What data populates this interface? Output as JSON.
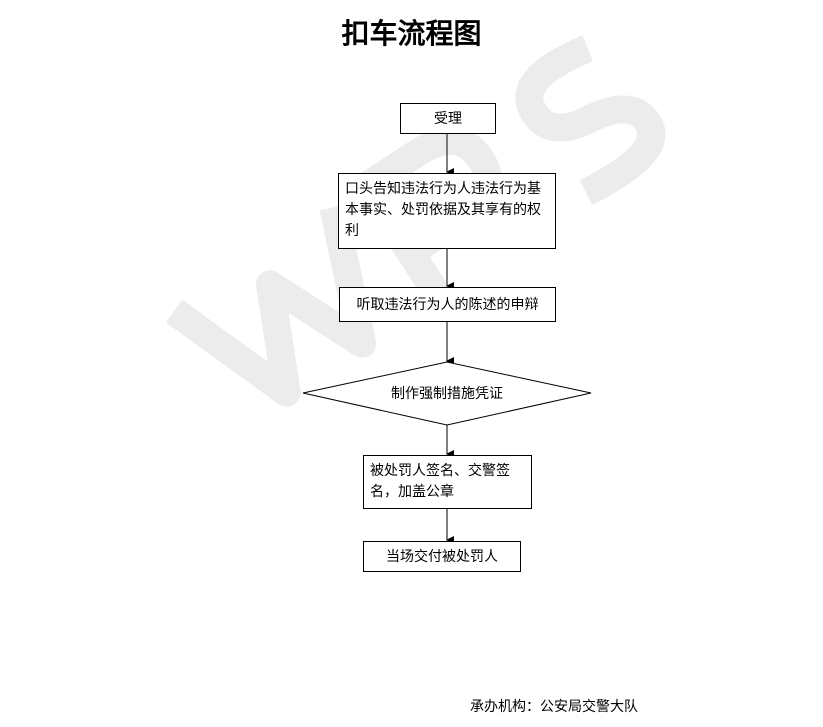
{
  "title": "扣车流程图",
  "watermark": "WPS",
  "steps": [
    {
      "label": "受理"
    },
    {
      "label": "口头告知违法行为人违法行为基本事实、处罚依据及其享有的权利"
    },
    {
      "label": "听取违法行为人的陈述的申辩"
    },
    {
      "label": "制作强制措施凭证"
    },
    {
      "label": "被处罚人签名、交警签名，加盖公章"
    },
    {
      "label": "当场交付被处罚人"
    }
  ],
  "footer": "承办机构：公安局交警大队"
}
